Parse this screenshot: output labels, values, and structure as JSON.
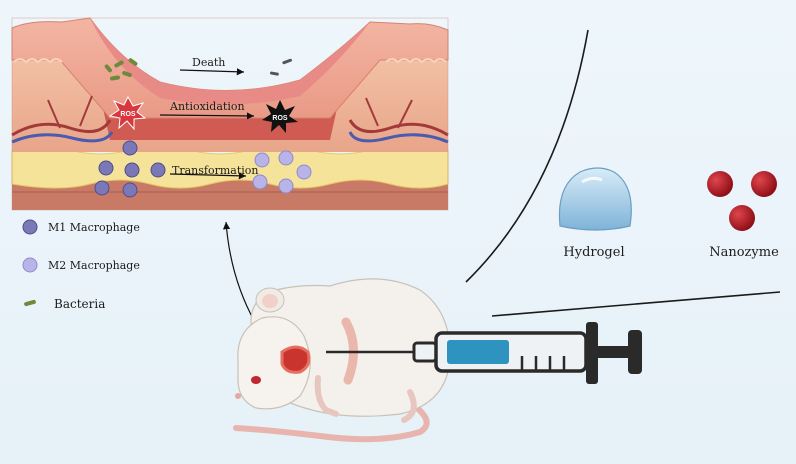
{
  "skin_panel": {
    "death_label": "Death",
    "antioxidation_label": "Antioxidation",
    "transformation_label": "Transformation",
    "ros_label": "ROS"
  },
  "legend": [
    {
      "label": "M1 Macrophage",
      "icon": "m1-macrophage-icon"
    },
    {
      "label": "M2 Macrophage",
      "icon": "m2-macrophage-icon"
    },
    {
      "label": "Bacteria",
      "icon": "bacteria-icon"
    }
  ],
  "materials": {
    "hydrogel_label": "Hydrogel",
    "nanozyme_label": "Nanozyme"
  },
  "colors": {
    "background": "#e9f4fa",
    "m1_macrophage": "#7b78b8",
    "m2_macrophage": "#b9b4e8",
    "bacteria": "#6b8a3a",
    "ros_red": "#d9363e",
    "ros_black": "#111111",
    "nanozyme": "#b0121c",
    "hydrogel": "#9fc7e4",
    "syringe_fluid": "#2e93bf"
  }
}
